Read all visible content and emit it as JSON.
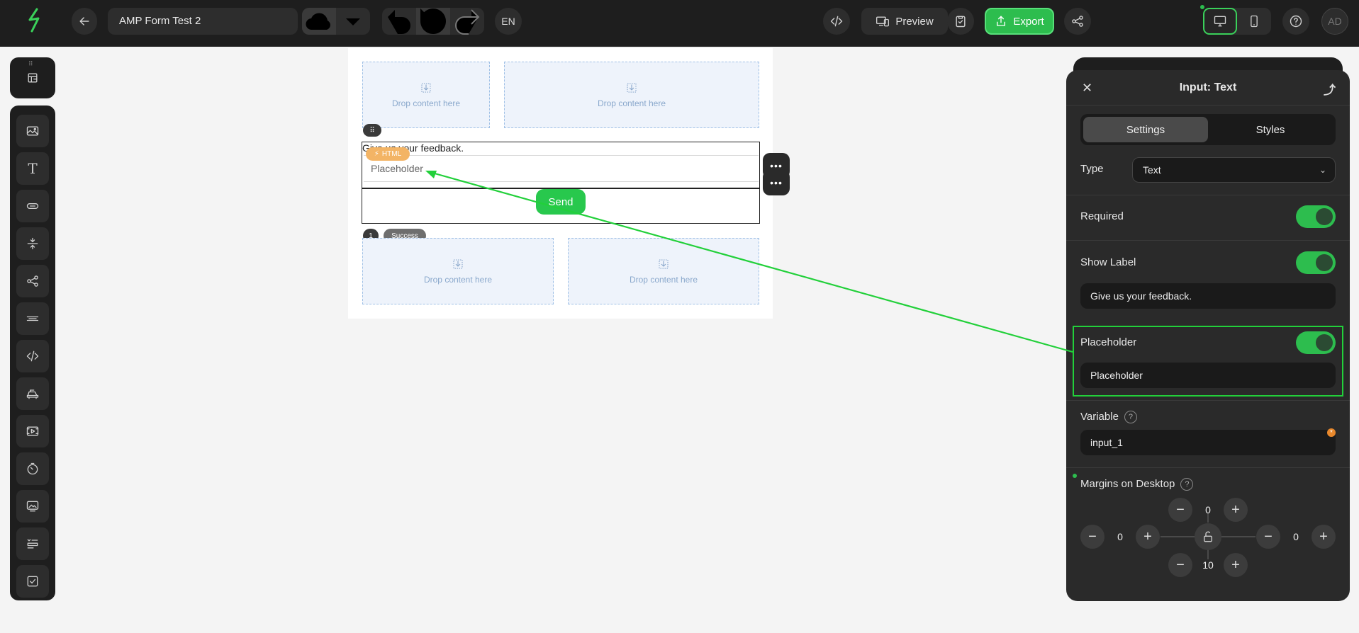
{
  "topbar": {
    "project_title": "AMP Form Test 2",
    "language": "EN",
    "preview_label": "Preview",
    "export_label": "Export",
    "avatar_initials": "AD"
  },
  "canvas": {
    "drop_text": "Drop content here",
    "form_label": "Give us your feedback.",
    "html_badge": "HTML",
    "input_placeholder": "Placeholder",
    "send_label": "Send",
    "step_number": "1",
    "success_label": "Success"
  },
  "panel": {
    "title": "Input: Text",
    "tabs": [
      "Settings",
      "Styles"
    ],
    "type_label": "Type",
    "type_value": "Text",
    "required_label": "Required",
    "required_on": true,
    "show_label_label": "Show Label",
    "show_label_on": true,
    "label_value": "Give us your feedback.",
    "placeholder_label": "Placeholder",
    "placeholder_on": true,
    "placeholder_value": "Placeholder",
    "variable_label": "Variable",
    "variable_value": "input_1",
    "margins_label": "Margins on Desktop",
    "margin_top": "0",
    "margin_left": "0",
    "margin_right": "0",
    "margin_bottom": "10"
  },
  "colors": {
    "accent": "#2dbd4e",
    "highlight": "#22d03a",
    "html_badge": "#f3b465"
  }
}
